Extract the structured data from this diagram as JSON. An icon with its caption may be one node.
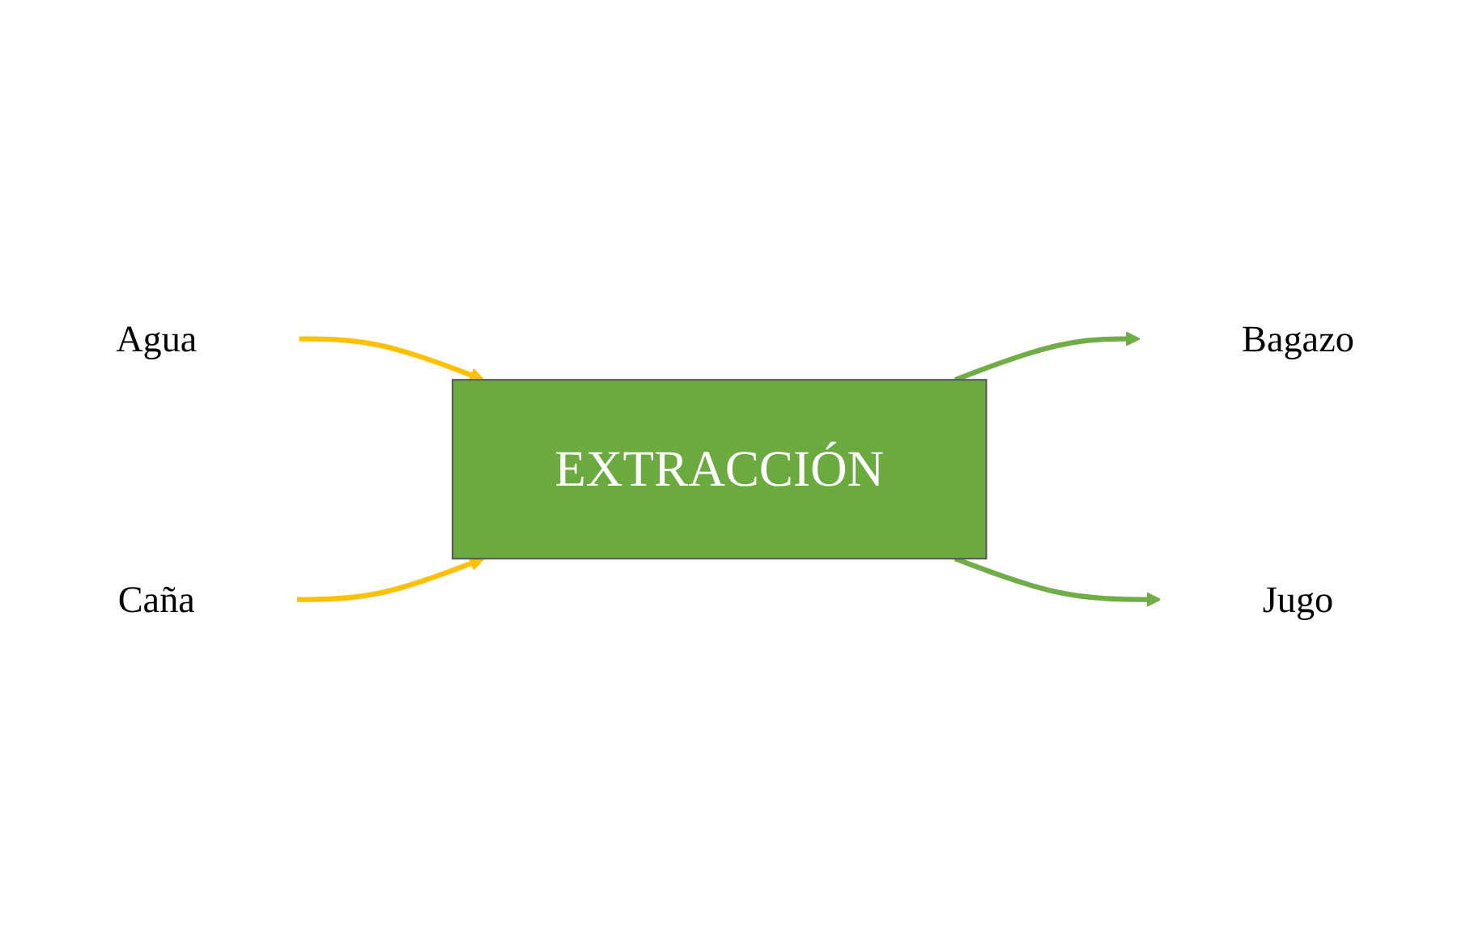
{
  "diagram": {
    "nodes": [
      {
        "text": [
          "Agua"
        ]
      },
      {
        "text": [
          "Caña"
        ]
      },
      {
        "text": [
          "EXTRACCIÓN"
        ]
      },
      {
        "text": [
          "Bagazo"
        ]
      },
      {
        "text": [
          "Jugo"
        ]
      }
    ],
    "edges": [
      {
        "from": 0,
        "to": 2,
        "arrow": "to",
        "color": "#ffc000"
      },
      {
        "from": 1,
        "to": 2,
        "arrow": "to",
        "color": "#ffc000"
      },
      {
        "from": 2,
        "to": 3,
        "arrow": "to",
        "color": "#70ad47"
      },
      {
        "from": 2,
        "to": 4,
        "arrow": "to",
        "color": "#70ad47"
      }
    ]
  }
}
